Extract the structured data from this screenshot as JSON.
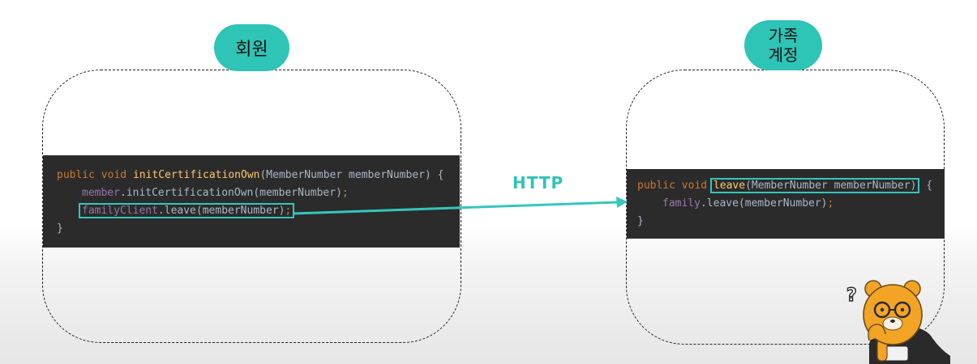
{
  "left_service": {
    "label": "회원",
    "code": {
      "line1": {
        "kw1": "public",
        "kw2": "void",
        "method": "initCertificationOwn",
        "rest": "(MemberNumber memberNumber) {"
      },
      "line2": {
        "field": "member",
        "call": ".initCertificationOwn(memberNumber)",
        "semi": ";"
      },
      "line3": {
        "field": "familyClient",
        "call": ".leave(memberNumber)",
        "semi": ";"
      },
      "line4": "}"
    }
  },
  "right_service": {
    "label_line1": "가족",
    "label_line2": "계정",
    "code": {
      "line1": {
        "kw1": "public",
        "kw2": "void",
        "method": "leave",
        "params": "(MemberNumber memberNumber)",
        "brace": " {"
      },
      "line2": {
        "field": "family",
        "call": ".leave(memberNumber)",
        "semi": ";"
      },
      "line3": "}"
    }
  },
  "connection": {
    "label": "HTTP",
    "color": "#35c6bd"
  },
  "colors": {
    "pill": "#2ec4b6",
    "code_bg": "#2b2b2b",
    "keyword": "#cc7832",
    "method": "#ffc66d",
    "field": "#9876aa",
    "text": "#a9b7c6"
  }
}
